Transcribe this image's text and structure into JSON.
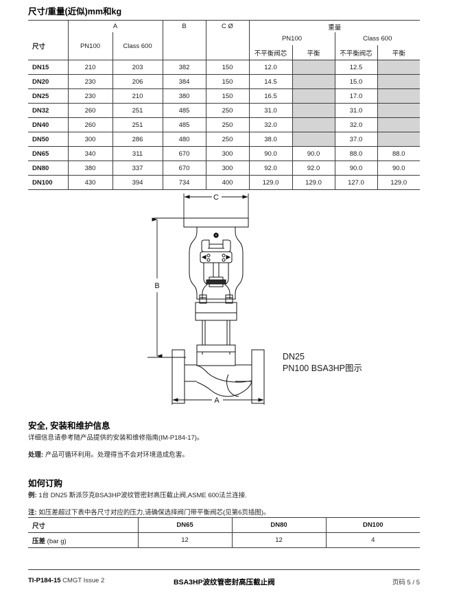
{
  "dimensions_section": {
    "title": "尺寸/重量(近似)mm和kg",
    "headers": {
      "size": "尺寸",
      "a": "A",
      "a_pn100": "PN100",
      "a_class600": "Class 600",
      "b": "B",
      "c": "C Ø",
      "weight": "重量",
      "w_pn100": "PN100",
      "w_class600": "Class 600",
      "unbalanced": "不平衡阀芯",
      "balanced": "平衡"
    },
    "rows": [
      {
        "size": "DN15",
        "a_pn100": "210",
        "a_class600": "203",
        "b": "382",
        "c": "150",
        "w_pn100_unbal": "12.0",
        "w_pn100_bal": "",
        "w_c600_unbal": "12.5",
        "w_c600_bal": "",
        "shaded": true
      },
      {
        "size": "DN20",
        "a_pn100": "230",
        "a_class600": "206",
        "b": "384",
        "c": "150",
        "w_pn100_unbal": "14.5",
        "w_pn100_bal": "",
        "w_c600_unbal": "15.0",
        "w_c600_bal": "",
        "shaded": true
      },
      {
        "size": "DN25",
        "a_pn100": "230",
        "a_class600": "210",
        "b": "380",
        "c": "150",
        "w_pn100_unbal": "16.5",
        "w_pn100_bal": "",
        "w_c600_unbal": "17.0",
        "w_c600_bal": "",
        "shaded": true
      },
      {
        "size": "DN32",
        "a_pn100": "260",
        "a_class600": "251",
        "b": "485",
        "c": "250",
        "w_pn100_unbal": "31.0",
        "w_pn100_bal": "",
        "w_c600_unbal": "31.0",
        "w_c600_bal": "",
        "shaded": true
      },
      {
        "size": "DN40",
        "a_pn100": "260",
        "a_class600": "251",
        "b": "485",
        "c": "250",
        "w_pn100_unbal": "32.0",
        "w_pn100_bal": "",
        "w_c600_unbal": "32.0",
        "w_c600_bal": "",
        "shaded": true
      },
      {
        "size": "DN50",
        "a_pn100": "300",
        "a_class600": "286",
        "b": "480",
        "c": "250",
        "w_pn100_unbal": "38.0",
        "w_pn100_bal": "",
        "w_c600_unbal": "37.0",
        "w_c600_bal": "",
        "shaded": true
      },
      {
        "size": "DN65",
        "a_pn100": "340",
        "a_class600": "311",
        "b": "670",
        "c": "300",
        "w_pn100_unbal": "90.0",
        "w_pn100_bal": "90.0",
        "w_c600_unbal": "88.0",
        "w_c600_bal": "88.0",
        "shaded": false
      },
      {
        "size": "DN80",
        "a_pn100": "380",
        "a_class600": "337",
        "b": "670",
        "c": "300",
        "w_pn100_unbal": "92.0",
        "w_pn100_bal": "92.0",
        "w_c600_unbal": "90.0",
        "w_c600_bal": "90.0",
        "shaded": false
      },
      {
        "size": "DN100",
        "a_pn100": "430",
        "a_class600": "394",
        "b": "734",
        "c": "400",
        "w_pn100_unbal": "129.0",
        "w_pn100_bal": "129.0",
        "w_c600_unbal": "127.0",
        "w_c600_bal": "129.0",
        "shaded": false
      }
    ]
  },
  "figure": {
    "dimension_labels": {
      "a": "A",
      "b": "B",
      "c": "C"
    },
    "caption_line1": "DN25",
    "caption_line2": "PN100 BSA3HP图示"
  },
  "safety_section": {
    "title": "安全, 安装和维护信息",
    "body": "详细信息请参考随产品提供的安装和维修指南(IM-P184-17)。",
    "disposal_label": "处理:",
    "disposal_text": "产品可循环利用。处理得当不会对环境造成危害。"
  },
  "ordering_section": {
    "title": "如何订购",
    "example_label": "例:",
    "example_text": "1台 DN25 斯派莎克BSA3HP波纹管密封高压截止阀,ASME 600法兰连接.",
    "note_label": "注:",
    "note_text": "如压差超过下表中各尺寸对应的压力,请确保选择阀门带平衡阀芯(见第6页插图)。"
  },
  "pressure_table": {
    "row_labels": {
      "size": "尺寸",
      "pressure": "压差",
      "pressure_unit": "(bar g)"
    },
    "columns": [
      "DN65",
      "DN80",
      "DN100"
    ],
    "values": [
      "12",
      "12",
      "4"
    ]
  },
  "footer": {
    "doc_code": "TI-P184-15",
    "doc_suffix": "CMGT Issue 2",
    "product_title": "BSA3HP波纹管密封高压截止阀",
    "page_label": "页码",
    "page_value": "5 / 5"
  },
  "colors": {
    "rule": "#3a3a3a",
    "shaded_cell": "#d4d4d4",
    "text": "#1a1a1a"
  }
}
